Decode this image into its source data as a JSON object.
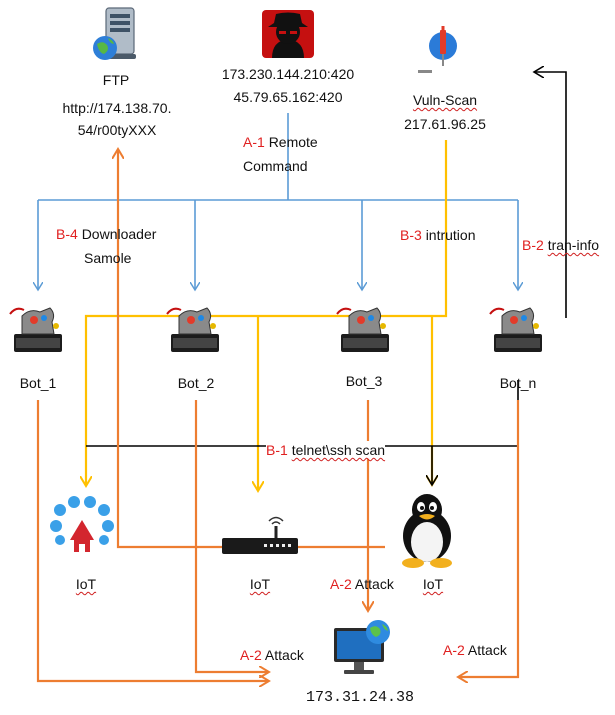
{
  "ftp": {
    "label": "FTP",
    "url_line1": "http://174.138.70.",
    "url_line2": "54/r00tyXXX"
  },
  "cnc": {
    "ip1": "173.230.144.210:420",
    "ip2": "45.79.65.162:420"
  },
  "vuln_scan": {
    "label": "Vuln-Scan",
    "ip": "217.61.96.25"
  },
  "labels": {
    "a1_code": "A-1",
    "a1_text": "Remote",
    "a1_text2": "Command",
    "b4_code": "B-4",
    "b4_text": "Downloader",
    "b4_text2": "Samole",
    "b3_code": "B-3",
    "b3_text": "intrution",
    "b2_code": "B-2",
    "b2_text": "tran-info",
    "b1_code": "B-1",
    "b1_text": "telnet\\ssh scan",
    "a2_code": "A-2",
    "a2_text": "Attack"
  },
  "bots": [
    "Bot_1",
    "Bot_2",
    "Bot_3",
    "Bot_n"
  ],
  "iot": [
    "IoT",
    "IoT",
    "IoT"
  ],
  "target": {
    "ip": "173.31.24.38"
  },
  "colors": {
    "blue": "#5b9bd5",
    "orange": "#ed7d31",
    "gold": "#ffc000",
    "black": "#000000",
    "red": "#e02020"
  },
  "icons": [
    "ftp-server-icon",
    "hacker-icon",
    "vuln-scan-icon",
    "bot-machine-icon",
    "cloud-network-icon",
    "router-icon",
    "linux-tux-icon",
    "target-computer-icon"
  ]
}
